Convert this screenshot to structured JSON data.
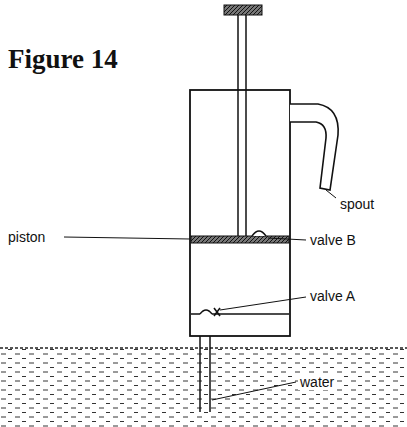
{
  "diagram": {
    "title": "Figure 14",
    "labels": [
      "spout",
      "piston",
      "valve B",
      "valve A",
      "water"
    ]
  }
}
